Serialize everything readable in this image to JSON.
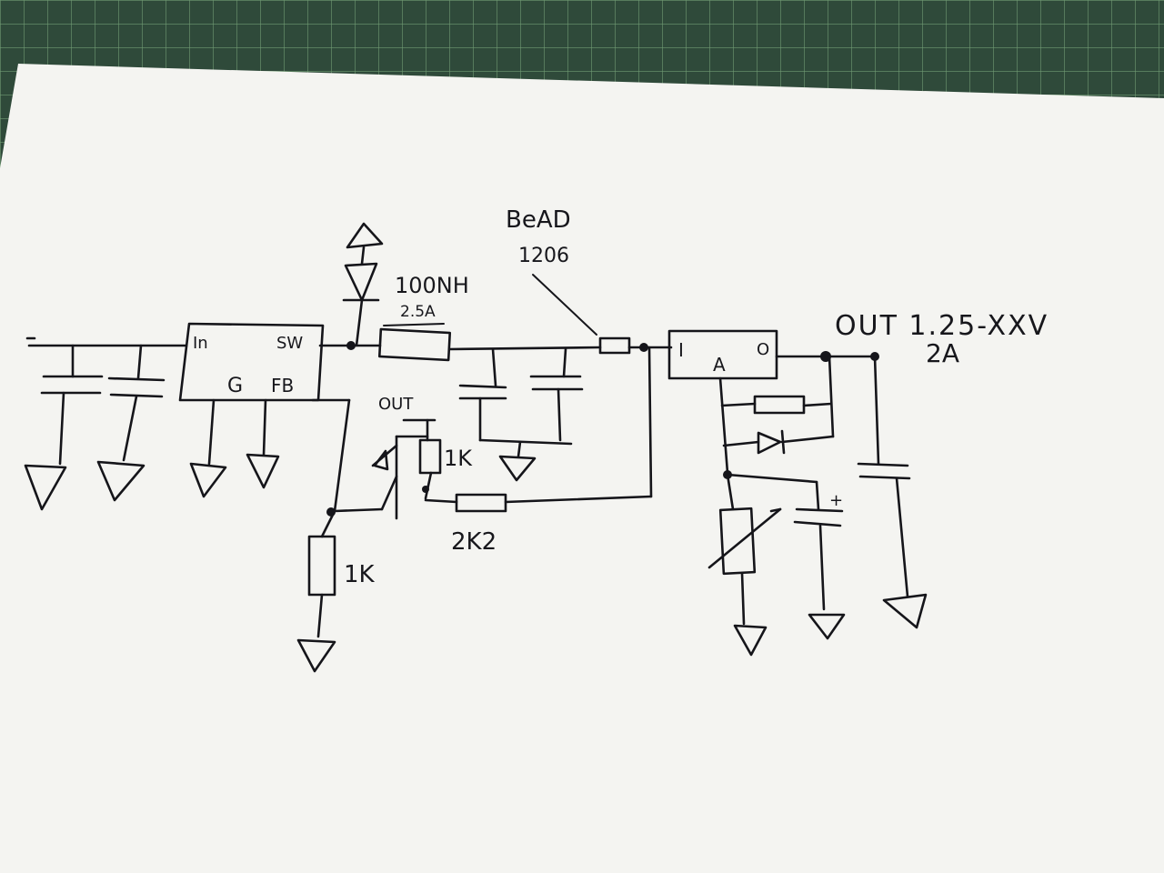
{
  "colors": {
    "cutting_mat": "#2f4a3a",
    "mat_grid": "#6f9a72",
    "paper": "#f4f4f1",
    "ink": "#15151a"
  },
  "schematic": {
    "regulator": {
      "pin_in": "In",
      "pin_sw": "SW",
      "pin_g": "G",
      "pin_fb": "FB"
    },
    "inductor": {
      "value": "100NH",
      "current": "2.5A"
    },
    "bead": {
      "label": "BeAD",
      "package": "1206"
    },
    "feedback": {
      "out_label": "OUT",
      "resistor_top": "1K",
      "resistor_series": "2K2",
      "resistor_bottom": "1K"
    },
    "ldo": {
      "pin_in": "I",
      "pin_adj": "A",
      "pin_out": "O"
    },
    "output": {
      "voltage": "OUT 1.25-XXV",
      "current": "2A"
    },
    "cap_polarity": "+"
  }
}
